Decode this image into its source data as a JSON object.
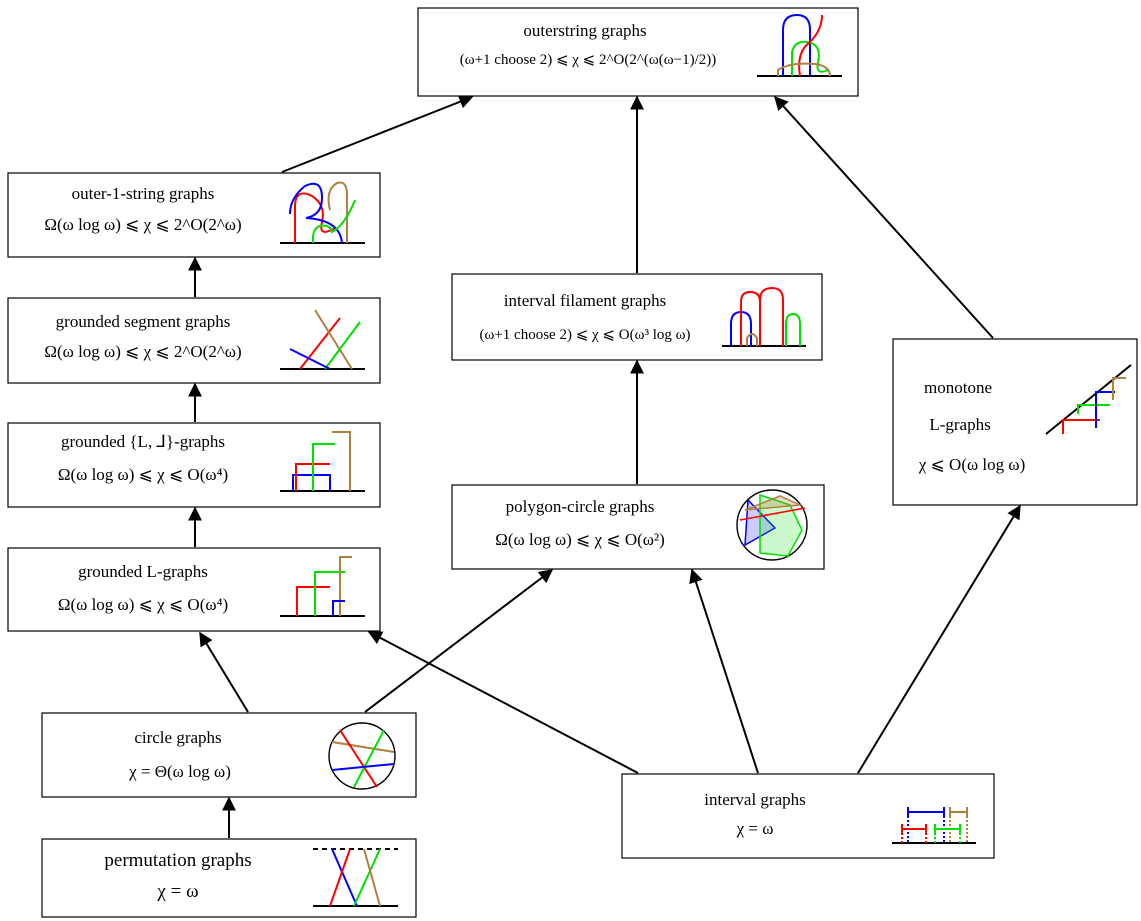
{
  "nodes": {
    "outerstring": {
      "title": "outerstring graphs",
      "bound": "(ω+1 choose 2) ⩽ χ ⩽ 2^O(2^(ω(ω−1)/2))"
    },
    "outer1string": {
      "title": "outer-1-string graphs",
      "bound": "Ω(ω log ω) ⩽ χ ⩽ 2^O(2^ω)"
    },
    "groundedsegment": {
      "title": "grounded segment graphs",
      "bound": "Ω(ω log ω) ⩽ χ ⩽ 2^O(2^ω)"
    },
    "groundedLJ": {
      "title": "grounded {L, ⅃}-graphs",
      "bound": "Ω(ω log ω) ⩽ χ ⩽ O(ω⁴)"
    },
    "groundedL": {
      "title": "grounded L-graphs",
      "bound": "Ω(ω log ω) ⩽ χ ⩽ O(ω⁴)"
    },
    "circle": {
      "title": "circle graphs",
      "bound": "χ = Θ(ω log ω)"
    },
    "permutation": {
      "title": "permutation graphs",
      "bound": "χ = ω"
    },
    "intervalfilament": {
      "title": "interval filament graphs",
      "bound": "(ω+1 choose 2) ⩽ χ ⩽ O(ω³ log ω)"
    },
    "polygoncircle": {
      "title": "polygon-circle graphs",
      "bound": "Ω(ω log ω) ⩽ χ ⩽ O(ω²)"
    },
    "interval": {
      "title": "interval graphs",
      "bound": "χ = ω"
    },
    "monotone": {
      "title_line1": "monotone",
      "title_line2": "L-graphs",
      "bound": "χ ⩽ O(ω log ω)"
    }
  },
  "edges": [
    [
      "outer1string",
      "outerstring"
    ],
    [
      "intervalfilament",
      "outerstring"
    ],
    [
      "monotone",
      "outerstring"
    ],
    [
      "groundedsegment",
      "outer1string"
    ],
    [
      "groundedLJ",
      "groundedsegment"
    ],
    [
      "groundedL",
      "groundedLJ"
    ],
    [
      "circle",
      "groundedL"
    ],
    [
      "permutation",
      "circle"
    ],
    [
      "circle",
      "polygoncircle"
    ],
    [
      "polygoncircle",
      "intervalfilament"
    ],
    [
      "interval",
      "groundedL"
    ],
    [
      "interval",
      "polygoncircle"
    ],
    [
      "interval",
      "monotone"
    ]
  ],
  "colors": {
    "red": "#ff0000",
    "green": "#00e000",
    "blue": "#0000ff",
    "brown": "#b08040"
  }
}
